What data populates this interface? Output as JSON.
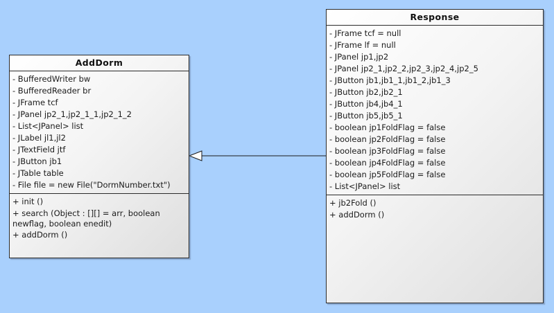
{
  "classes": {
    "add_dorm": {
      "name": "AddDorm",
      "attributes": [
        "- BufferedWriter bw",
        "- BufferedReader br",
        "- JFrame tcf",
        "- JPanel jp2_1,jp2_1_1,jp2_1_2",
        "- List<JPanel> list",
        "- JLabel jl1,jl2",
        "- JTextField jtf",
        "- JButton jb1",
        "- JTable table",
        "- File file = new File(\"DormNumber.txt\")"
      ],
      "methods": [
        "+ init ()",
        "+ search (Object : [][] = arr, boolean newflag, boolean enedit)",
        "+ addDorm ()"
      ]
    },
    "response": {
      "name": "Response",
      "attributes": [
        "- JFrame tcf = null",
        "- JFrame lf = null",
        "- JPanel jp1,jp2",
        "- JPanel jp2_1,jp2_2,jp2_3,jp2_4,jp2_5",
        "- JButton jb1,jb1_1,jb1_2,jb1_3",
        "- JButton jb2,jb2_1",
        "- JButton jb4,jb4_1",
        "- JButton jb5,jb5_1",
        "- boolean jp1FoldFlag = false",
        "- boolean jp2FoldFlag = false",
        "- boolean jp3FoldFlag = false",
        "- boolean jp4FoldFlag = false",
        "- boolean jp5FoldFlag = false",
        "- List<JPanel> list"
      ],
      "methods": [
        "+ jb2Fold ()",
        "+ addDorm ()"
      ]
    }
  },
  "relationships": [
    {
      "type": "generalization",
      "from": "Response",
      "to": "AddDorm"
    }
  ],
  "colors": {
    "background": "#a9d0fd",
    "class_fill": "#f4f4f4",
    "border": "#2a2a2a",
    "connector": "#1a1a1a"
  }
}
